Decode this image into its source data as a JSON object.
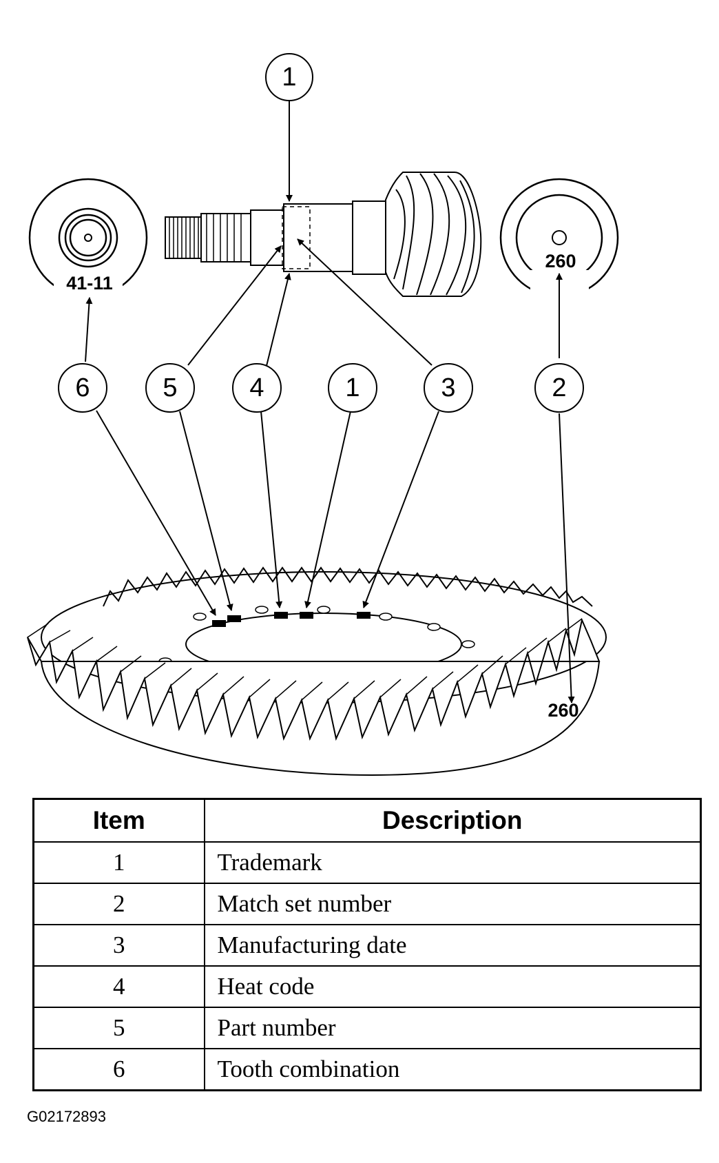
{
  "figure": {
    "callouts_top": [
      "1"
    ],
    "callouts_row": [
      "6",
      "5",
      "4",
      "1",
      "3",
      "2"
    ],
    "stamp_left": "41-11",
    "stamp_right": "260",
    "stamp_ring": "260"
  },
  "table": {
    "headers": {
      "item": "Item",
      "description": "Description"
    },
    "rows": [
      {
        "item": "1",
        "description": "Trademark"
      },
      {
        "item": "2",
        "description": "Match set number"
      },
      {
        "item": "3",
        "description": "Manufacturing date"
      },
      {
        "item": "4",
        "description": "Heat code"
      },
      {
        "item": "5",
        "description": "Part number"
      },
      {
        "item": "6",
        "description": "Tooth combination"
      }
    ]
  },
  "figure_id": "G02172893"
}
